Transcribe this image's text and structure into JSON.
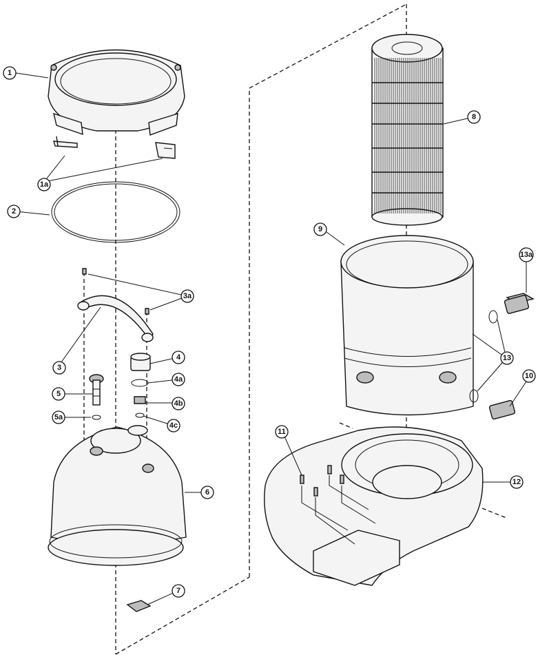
{
  "callouts": {
    "c1": "1",
    "c1a": "1a",
    "c2": "2",
    "c3a": "3a",
    "c3": "3",
    "c4": "4",
    "c4a": "4a",
    "c4b": "4b",
    "c4c": "4c",
    "c5": "5",
    "c5a": "5a",
    "c6": "6",
    "c7": "7",
    "c8": "8",
    "c9": "9",
    "c10": "10",
    "c11": "11",
    "c12": "12",
    "c13": "13",
    "c13a": "13a"
  },
  "colors": {
    "line": "#111111",
    "part_fill": "#f4f4f4",
    "part_dark": "#bdbdbd",
    "background": "#ffffff"
  }
}
